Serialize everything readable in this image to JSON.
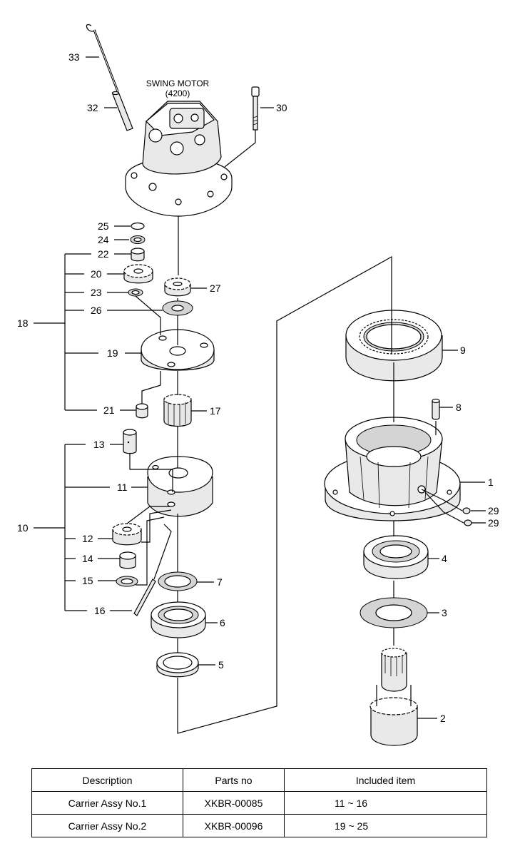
{
  "motor": {
    "title": "SWING MOTOR",
    "code": "(4200)"
  },
  "callouts": {
    "c1": "1",
    "c2": "2",
    "c3": "3",
    "c4": "4",
    "c5": "5",
    "c6": "6",
    "c7": "7",
    "c8": "8",
    "c9": "9",
    "c10": "10",
    "c11": "11",
    "c12": "12",
    "c13": "13",
    "c14": "14",
    "c15": "15",
    "c16": "16",
    "c17": "17",
    "c18": "18",
    "c19": "19",
    "c20": "20",
    "c21": "21",
    "c22": "22",
    "c23": "23",
    "c24": "24",
    "c25": "25",
    "c26": "26",
    "c27": "27",
    "c29a": "29",
    "c29b": "29",
    "c30": "30",
    "c32": "32",
    "c33": "33"
  },
  "table": {
    "headers": {
      "description": "Description",
      "parts_no": "Parts no",
      "included": "Included item"
    },
    "rows": [
      {
        "description": "Carrier Assy No.1",
        "parts_no": "XKBR-00085",
        "included": "11 ~ 16"
      },
      {
        "description": "Carrier Assy No.2",
        "parts_no": "XKBR-00096",
        "included": "19 ~ 25"
      }
    ]
  }
}
